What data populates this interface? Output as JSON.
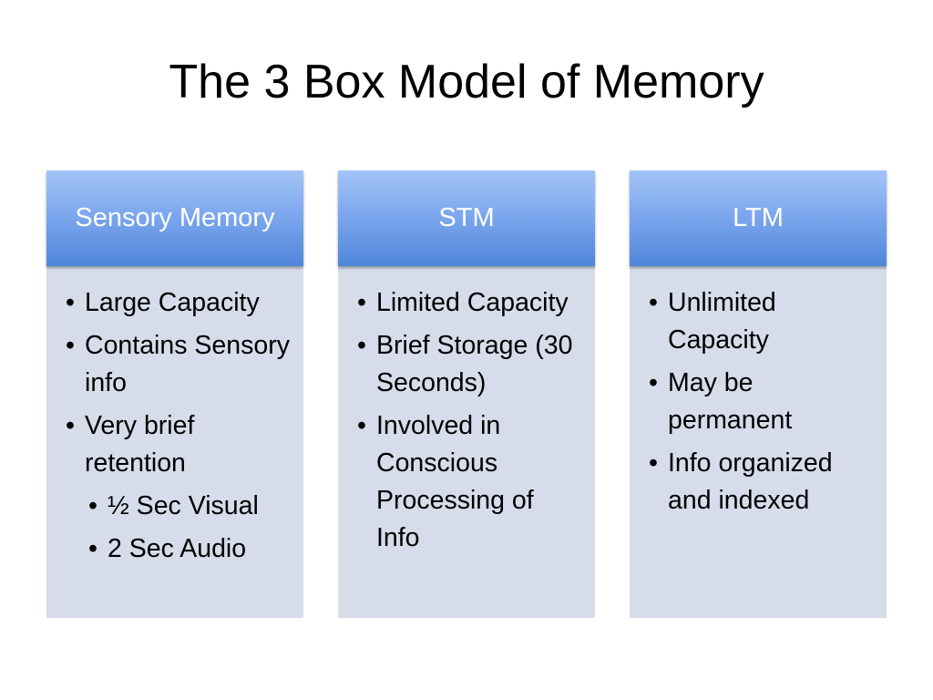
{
  "title": "The 3 Box Model of Memory",
  "boxes": [
    {
      "header": "Sensory Memory",
      "items": [
        {
          "text": "Large Capacity",
          "level": 1
        },
        {
          "text": "Contains Sensory info",
          "level": 1
        },
        {
          "text": "Very brief retention",
          "level": 1
        },
        {
          "text": "½ Sec Visual",
          "level": 2
        },
        {
          "text": "2 Sec Audio",
          "level": 2
        }
      ]
    },
    {
      "header": "STM",
      "items": [
        {
          "text": "Limited Capacity",
          "level": 1
        },
        {
          "text": "Brief Storage (30 Seconds)",
          "level": 1
        },
        {
          "text": "Involved in Conscious Processing of Info",
          "level": 1
        }
      ]
    },
    {
      "header": "LTM",
      "items": [
        {
          "text": "Unlimited Capacity",
          "level": 1
        },
        {
          "text": "May be permanent",
          "level": 1
        },
        {
          "text": "Info organized and indexed",
          "level": 1
        }
      ]
    }
  ],
  "colors": {
    "header_top": "#a3c4f7",
    "header_bottom": "#4f86d9",
    "body_background": "#d6dcea",
    "header_text": "#ffffff"
  }
}
